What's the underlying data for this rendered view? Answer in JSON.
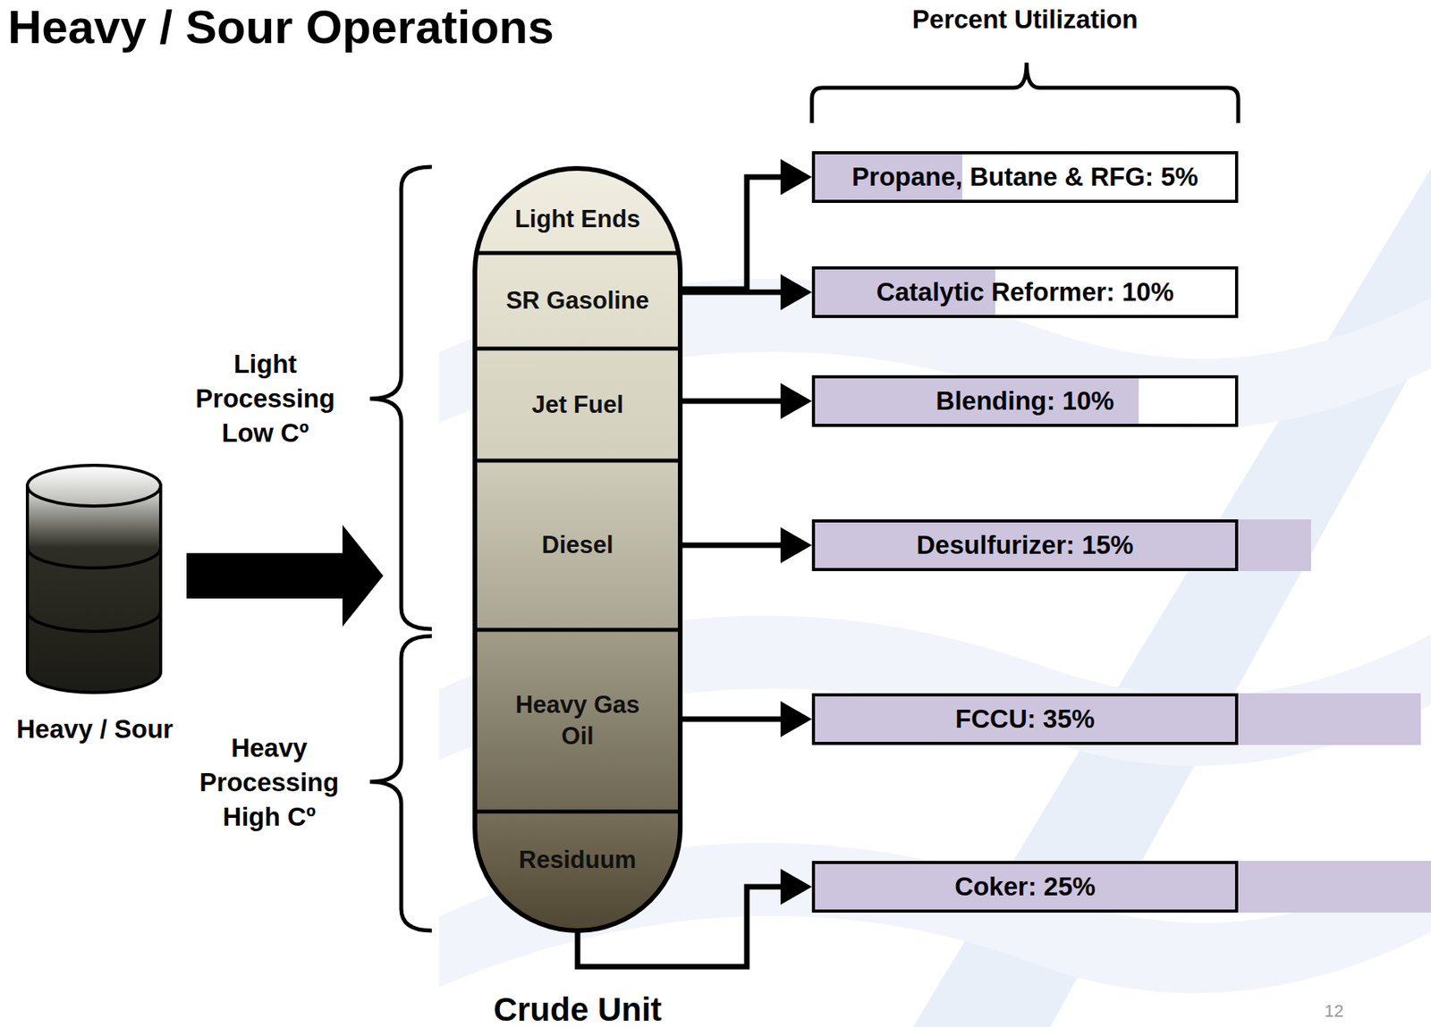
{
  "diagram": {
    "title": "Heavy / Sour Operations",
    "nodes": [
      {
        "text": [
          "Heavy / Sour"
        ]
      },
      {
        "text": [
          "Crude Unit"
        ]
      },
      {
        "text": [
          "Light Ends"
        ],
        "in": 1
      },
      {
        "text": [
          "SR Gasoline"
        ],
        "in": 1
      },
      {
        "text": [
          "Jet Fuel"
        ],
        "in": 1
      },
      {
        "text": [
          "Diesel"
        ],
        "in": 1
      },
      {
        "text": [
          "Heavy Gas Oil"
        ],
        "in": 1
      },
      {
        "text": [
          "Residuum"
        ],
        "in": 1
      },
      {
        "text": [
          "Propane, Butane & RFG: 5%"
        ]
      },
      {
        "text": [
          "Catalytic Reformer: 10%"
        ]
      },
      {
        "text": [
          "Blending: 10%"
        ]
      },
      {
        "text": [
          "Desulfurizer: 15%"
        ]
      },
      {
        "text": [
          "FCCU: 35%"
        ]
      },
      {
        "text": [
          "Coker: 25%"
        ]
      }
    ],
    "edges": [
      {
        "from": 0,
        "to": 1,
        "arrow": "to"
      },
      {
        "from": 2,
        "to": 8,
        "arrow": "to"
      },
      {
        "from": 3,
        "to": 9,
        "arrow": "to"
      },
      {
        "from": 4,
        "to": 10,
        "arrow": "to"
      },
      {
        "from": 5,
        "to": 11,
        "arrow": "to"
      },
      {
        "from": 6,
        "to": 12,
        "arrow": "to"
      },
      {
        "from": 7,
        "to": 13,
        "arrow": "to"
      }
    ],
    "labels": [
      "Light Processing Low Cº",
      "Heavy Processing High Cº",
      "Percent Utilization",
      "12"
    ]
  }
}
